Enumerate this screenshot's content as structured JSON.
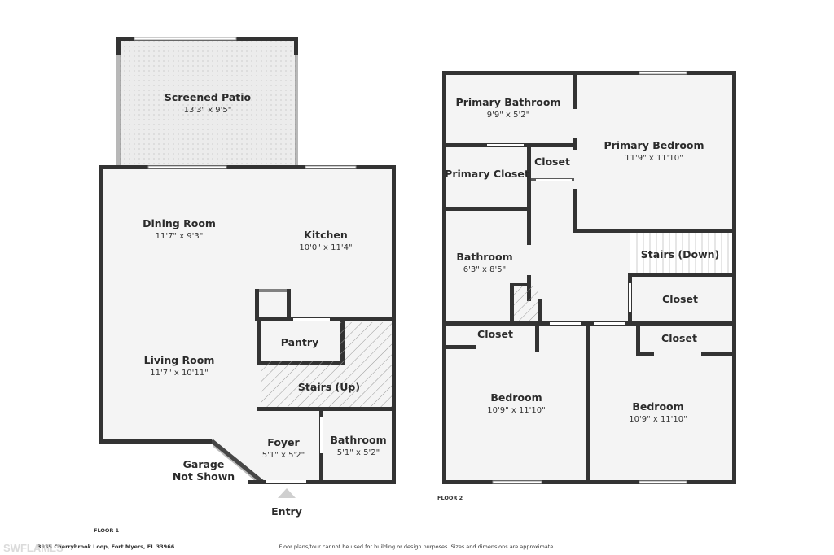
{
  "rooms": {
    "screened_patio": {
      "name": "Screened Patio",
      "dim": "13'3\" x 9'5\""
    },
    "dining_room": {
      "name": "Dining Room",
      "dim": "11'7\" x 9'3\""
    },
    "kitchen": {
      "name": "Kitchen",
      "dim": "10'0\" x 11'4\""
    },
    "living_room": {
      "name": "Living Room",
      "dim": "11'7\" x 10'11\""
    },
    "pantry": {
      "name": "Pantry"
    },
    "stairs_up": {
      "name": "Stairs (Up)"
    },
    "foyer": {
      "name": "Foyer",
      "dim": "5'1\" x 5'2\""
    },
    "bathroom_f1": {
      "name": "Bathroom",
      "dim": "5'1\" x 5'2\""
    },
    "primary_bathroom": {
      "name": "Primary Bathroom",
      "dim": "9'9\" x 5'2\""
    },
    "primary_bedroom": {
      "name": "Primary Bedroom",
      "dim": "11'9\" x 11'10\""
    },
    "primary_closet": {
      "name": "Primary Closet"
    },
    "closet_a": {
      "name": "Closet"
    },
    "bathroom_f2": {
      "name": "Bathroom",
      "dim": "6'3\" x 8'5\""
    },
    "stairs_down": {
      "name": "Stairs (Down)"
    },
    "closet_b": {
      "name": "Closet"
    },
    "closet_c": {
      "name": "Closet"
    },
    "closet_d": {
      "name": "Closet"
    },
    "bedroom_1": {
      "name": "Bedroom",
      "dim": "10'9\" x 11'10\""
    },
    "bedroom_2": {
      "name": "Bedroom",
      "dim": "10'9\" x 11'10\""
    }
  },
  "labels": {
    "garage_line1": "Garage",
    "garage_line2": "Not Shown",
    "entry": "Entry",
    "floor1": "FLOOR 1",
    "floor2": "FLOOR 2",
    "address": "3935 Cherrybrook Loop, Fort Myers, FL 33966",
    "disclaimer": "Floor plans/tour cannot be used for building or design purposes. Sizes and dimensions are approximate.",
    "watermark": "SWFLAMLS"
  },
  "colors": {
    "wall": "#333333",
    "room_fill": "#f4f4f4",
    "patio_fill": "#ececec",
    "stairs_hatch": "#9a9a9a"
  }
}
